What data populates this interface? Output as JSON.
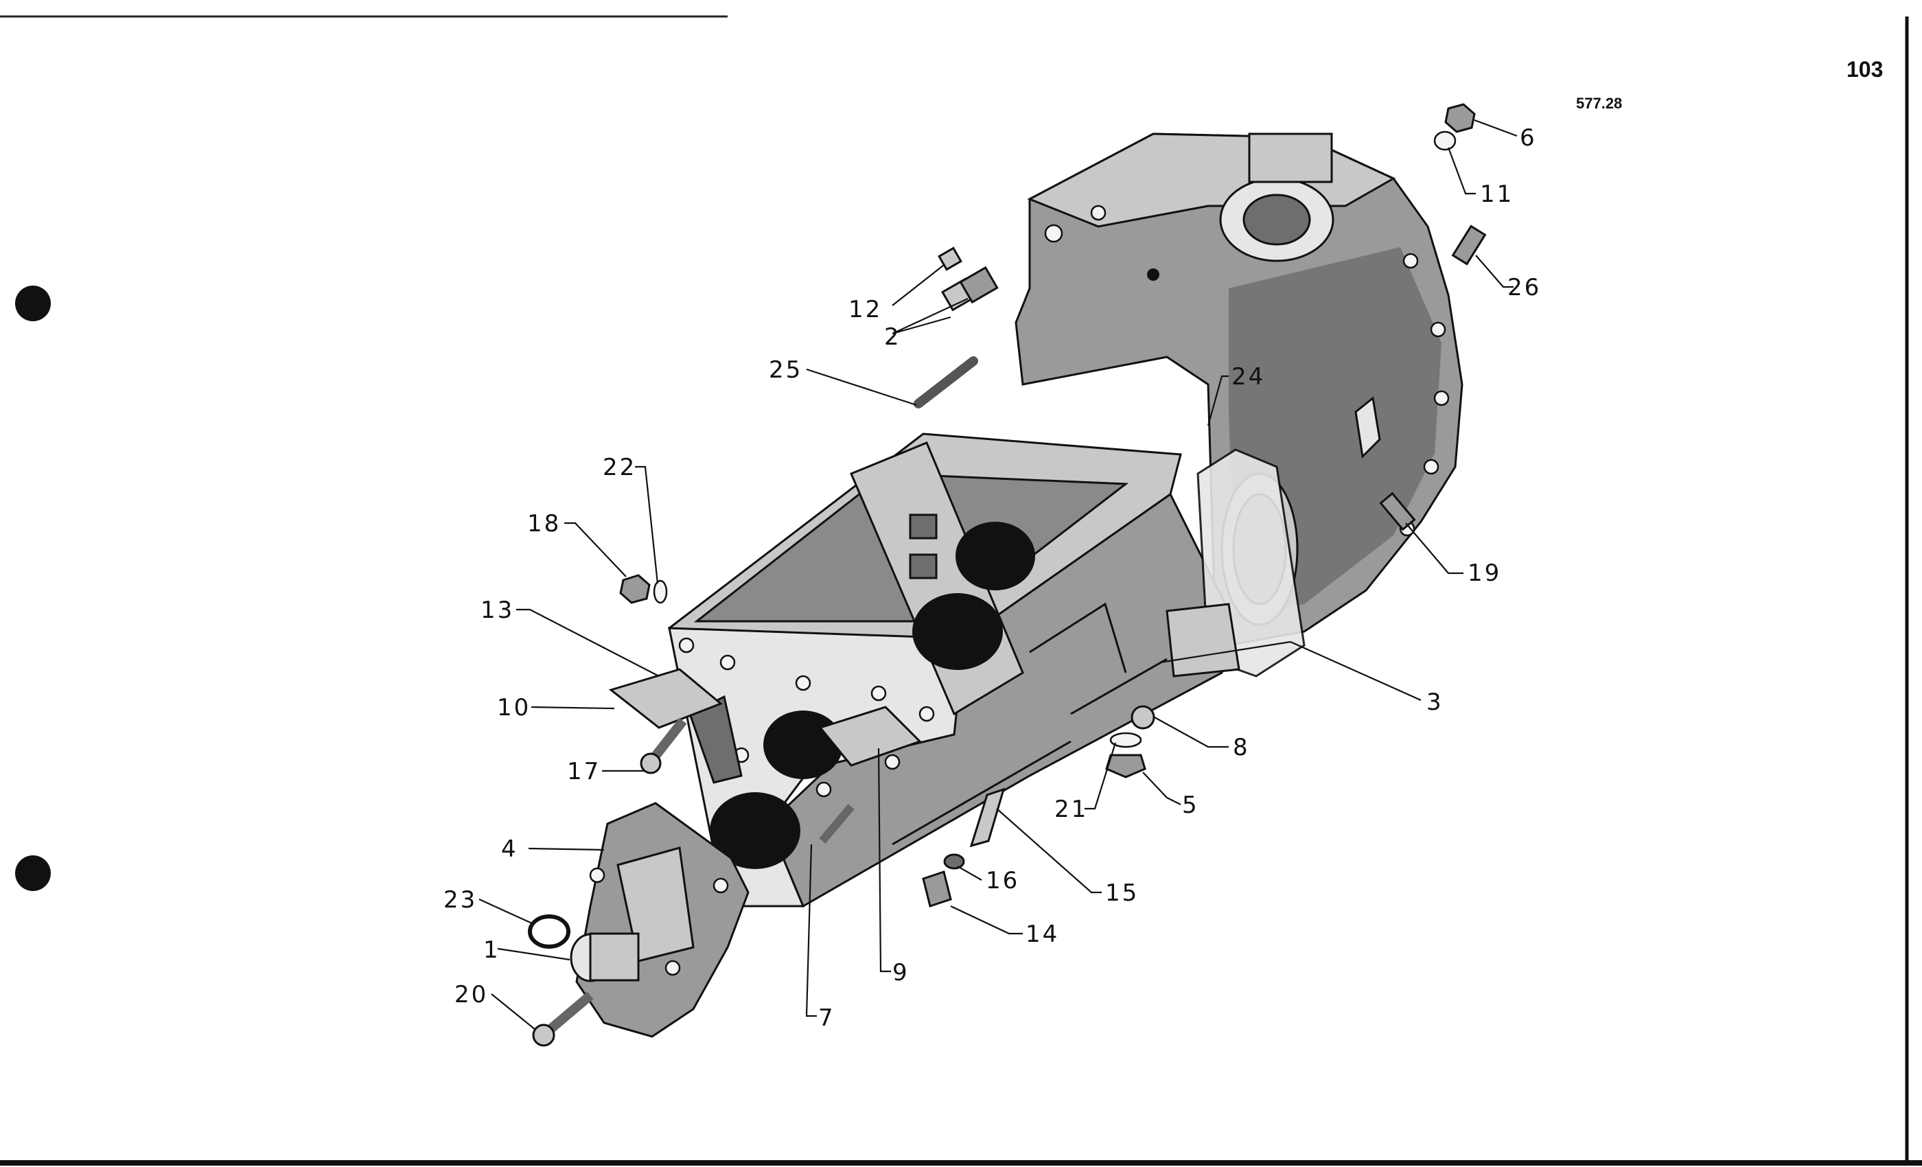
{
  "page": {
    "page_number": "103",
    "figure_ref": "577.28"
  },
  "callouts": [
    {
      "id": "1",
      "text": "1"
    },
    {
      "id": "2",
      "text": "2"
    },
    {
      "id": "3",
      "text": "3"
    },
    {
      "id": "4",
      "text": "4"
    },
    {
      "id": "5",
      "text": "5"
    },
    {
      "id": "6",
      "text": "6"
    },
    {
      "id": "7",
      "text": "7"
    },
    {
      "id": "8",
      "text": "8"
    },
    {
      "id": "9",
      "text": "9"
    },
    {
      "id": "10",
      "text": "10"
    },
    {
      "id": "11",
      "text": "11"
    },
    {
      "id": "12",
      "text": "12"
    },
    {
      "id": "13",
      "text": "13"
    },
    {
      "id": "14",
      "text": "14"
    },
    {
      "id": "15",
      "text": "15"
    },
    {
      "id": "16",
      "text": "16"
    },
    {
      "id": "17",
      "text": "17"
    },
    {
      "id": "18",
      "text": "18"
    },
    {
      "id": "19",
      "text": "19"
    },
    {
      "id": "20",
      "text": "20"
    },
    {
      "id": "21",
      "text": "21"
    },
    {
      "id": "22",
      "text": "22"
    },
    {
      "id": "23",
      "text": "23"
    },
    {
      "id": "24",
      "text": "24"
    },
    {
      "id": "25",
      "text": "25"
    },
    {
      "id": "26",
      "text": "26"
    }
  ],
  "colors": {
    "ink": "#111111",
    "paper": "#ffffff",
    "casting_dark": "#6e6e6e",
    "casting_light": "#c8c8c8"
  }
}
